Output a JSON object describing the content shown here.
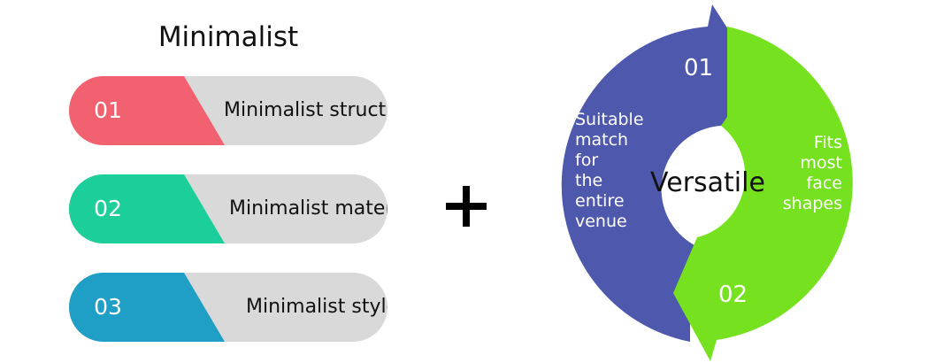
{
  "left_panel": {
    "title": "Minimalist",
    "items": [
      {
        "number": "01",
        "label": "Minimalist structure",
        "color": "#f2616f"
      },
      {
        "number": "02",
        "label": "Minimalist material",
        "color": "#1ccf9a"
      },
      {
        "number": "03",
        "label": "Minimalist style",
        "color": "#1f9ec6"
      }
    ]
  },
  "plus_symbol": "plus-icon",
  "cycle": {
    "center_label": "Versatile",
    "arrow_1": {
      "number": "01",
      "text": "Suitable\nmatch\nfor\nthe\nentire\nvenue",
      "color": "#4e58ad"
    },
    "arrow_2": {
      "number": "02",
      "text": "Fits\nmost\nface\nshapes",
      "color": "#76e21f"
    }
  }
}
